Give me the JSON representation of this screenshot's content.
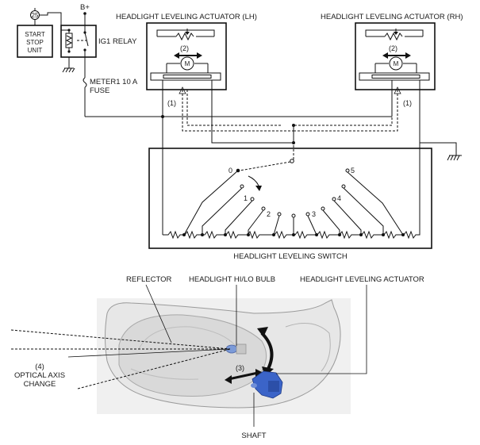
{
  "labels": {
    "b_plus": "B+",
    "start_stop_unit_num": "25",
    "start_stop_unit_line1": "START",
    "start_stop_unit_line2": "STOP",
    "start_stop_unit_line3": "UNIT",
    "ig1_relay": "IG1 RELAY",
    "fuse_line1": "METER1 10 A",
    "fuse_line2": "FUSE",
    "actuator_lh": "HEADLIGHT LEVELING ACTUATOR (LH)",
    "actuator_rh": "HEADLIGHT LEVELING ACTUATOR (RH)",
    "switch_title": "HEADLIGHT LEVELING SWITCH",
    "callout_1": "(1)",
    "callout_2": "(2)",
    "callout_3": "(3)",
    "motor": "M",
    "reflector": "REFLECTOR",
    "hilo_bulb": "HEADLIGHT HI/LO BULB",
    "leveling_actuator": "HEADLIGHT LEVELING ACTUATOR",
    "optical_num": "(4)",
    "optical_line1": "OPTICAL AXIS",
    "optical_line2": "CHANGE",
    "shaft": "SHAFT"
  },
  "switch_positions": [
    "0",
    "1",
    "2",
    "3",
    "4",
    "5"
  ],
  "colors": {
    "line": "#111111",
    "actuator_blue": "#3b64c8",
    "lamp_gray": "#d9d9d9"
  }
}
